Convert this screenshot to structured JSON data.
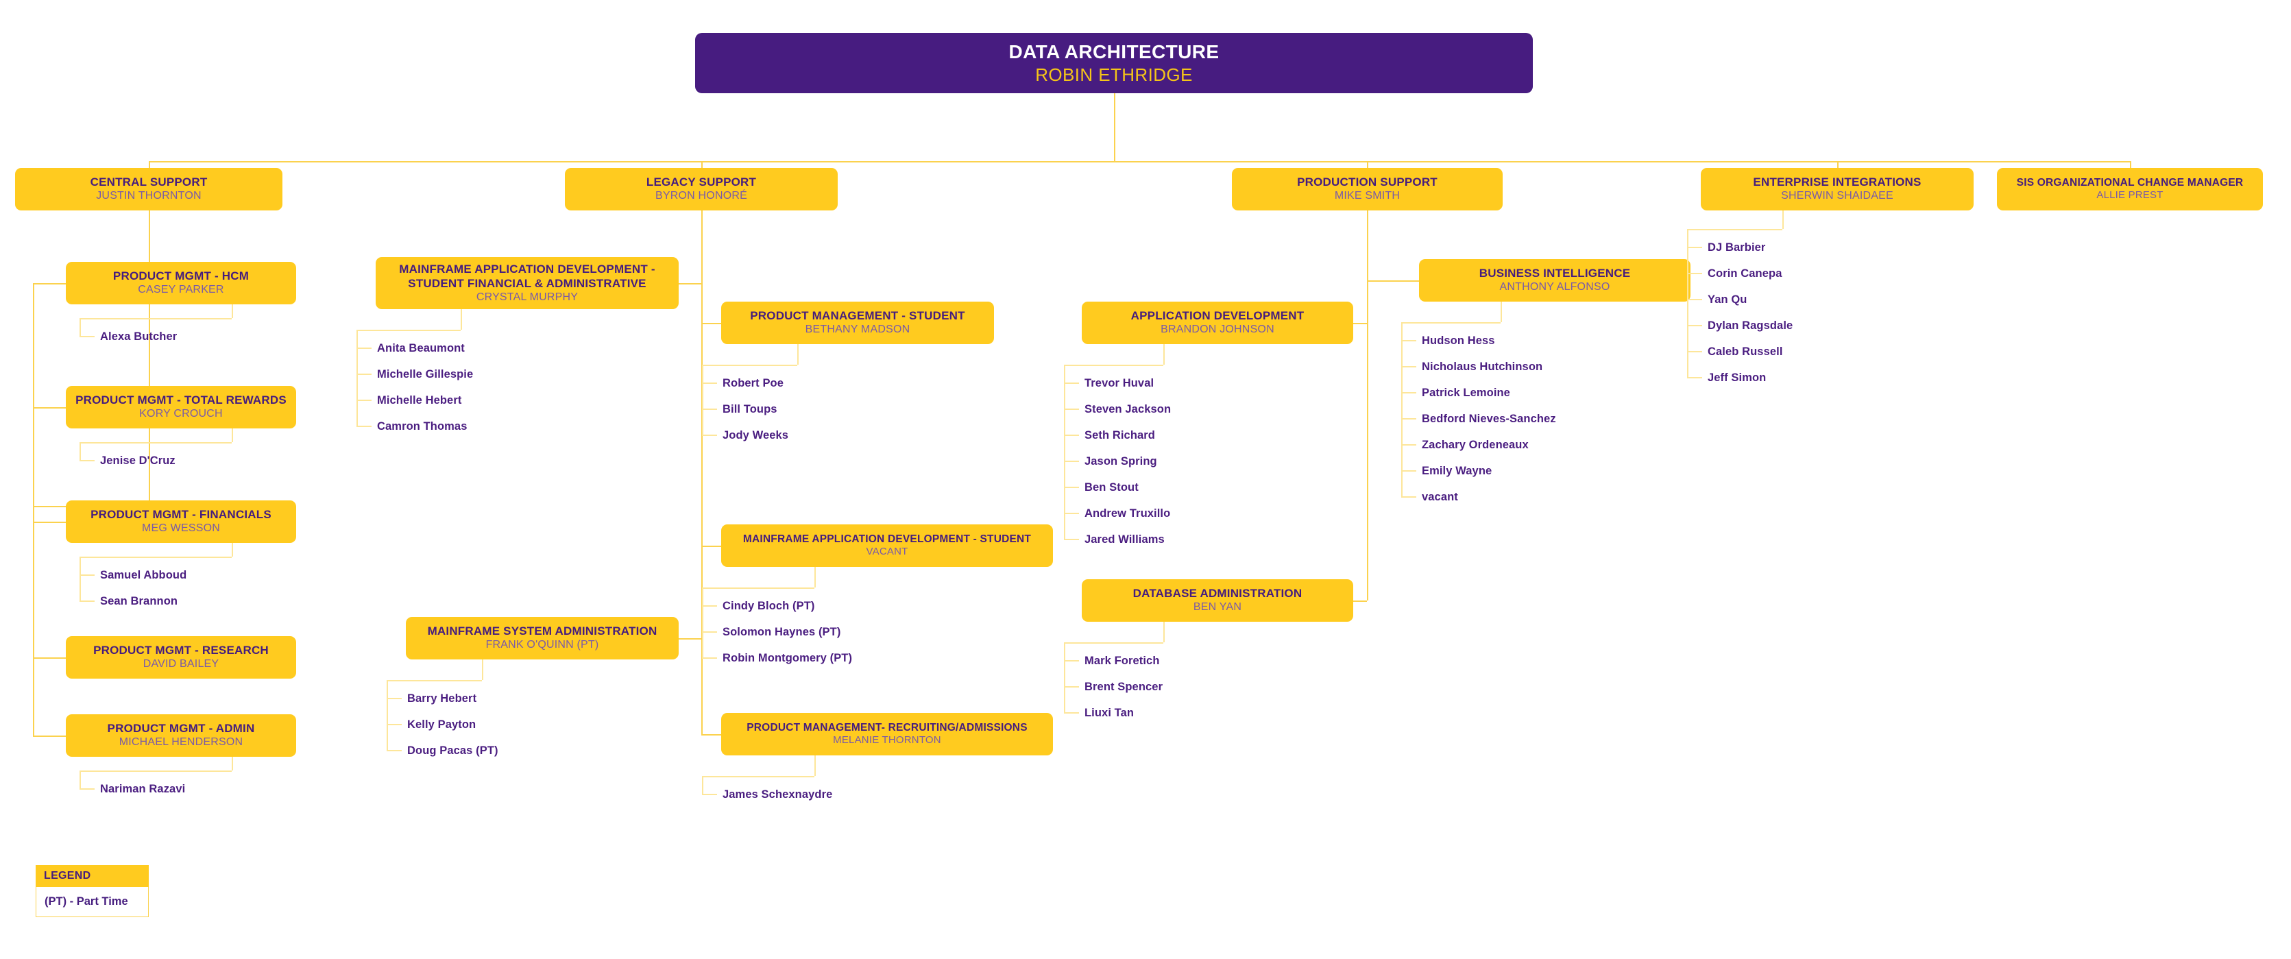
{
  "chart_title": "Data Architecture Organizational Chart",
  "colors": {
    "root_bg": "#471C80",
    "root_title": "#FFFFFF",
    "root_subtitle": "#F5C518",
    "box_bg": "#FFCB1F",
    "box_title": "#451C7E",
    "box_subtitle": "#7A5AA8",
    "leaf_text": "#4A1D80",
    "connector": "#FBD24E",
    "page_bg": "#FFFFFF"
  },
  "root": {
    "title": "DATA ARCHITECTURE",
    "subtitle": "ROBIN ETHRIDGE"
  },
  "divisions": [
    {
      "title": "CENTRAL SUPPORT",
      "subtitle": "JUSTIN THORNTON",
      "teams": [
        {
          "title": "PRODUCT MGMT - HCM",
          "subtitle": "CASEY PARKER",
          "members": [
            "Alexa Butcher"
          ]
        },
        {
          "title": "PRODUCT MGMT - TOTAL REWARDS",
          "subtitle": "KORY CROUCH",
          "members": [
            "Jenise D'Cruz"
          ]
        },
        {
          "title": "PRODUCT MGMT - FINANCIALS",
          "subtitle": "MEG WESSON",
          "members": [
            "Samuel Abboud",
            "Sean Brannon"
          ]
        },
        {
          "title": "PRODUCT MGMT - RESEARCH",
          "subtitle": "DAVID BAILEY",
          "members": []
        },
        {
          "title": "PRODUCT MGMT - ADMIN",
          "subtitle": "MICHAEL HENDERSON",
          "members": [
            "Nariman Razavi"
          ]
        }
      ]
    },
    {
      "title": "LEGACY SUPPORT",
      "subtitle": "BYRON HONORÉ",
      "teams": [
        {
          "title": "MAINFRAME APPLICATION DEVELOPMENT - STUDENT FINANCIAL & ADMINISTRATIVE",
          "subtitle": "CRYSTAL MURPHY",
          "members": [
            "Anita Beaumont",
            "Michelle Gillespie",
            "Michelle Hebert",
            "Camron Thomas"
          ]
        },
        {
          "title": "MAINFRAME SYSTEM ADMINISTRATION",
          "subtitle": "FRANK O'QUINN (PT)",
          "members": [
            "Barry Hebert",
            "Kelly Payton",
            "Doug Pacas (PT)"
          ]
        },
        {
          "title": "PRODUCT MANAGEMENT - STUDENT",
          "subtitle": "BETHANY MADSON",
          "members": [
            "Robert Poe",
            "Bill Toups",
            "Jody Weeks"
          ]
        },
        {
          "title": "MAINFRAME APPLICATION DEVELOPMENT - STUDENT",
          "subtitle": "VACANT",
          "members": [
            "Cindy Bloch (PT)",
            "Solomon Haynes (PT)",
            "Robin Montgomery (PT)"
          ]
        },
        {
          "title": "PRODUCT MANAGEMENT- RECRUITING/ADMISSIONS",
          "subtitle": "MELANIE THORNTON",
          "members": [
            "James Schexnaydre"
          ]
        }
      ]
    },
    {
      "title": "PRODUCTION SUPPORT",
      "subtitle": "MIKE SMITH",
      "teams": [
        {
          "title": "APPLICATION DEVELOPMENT",
          "subtitle": "BRANDON JOHNSON",
          "members": [
            "Trevor Huval",
            "Steven Jackson",
            "Seth Richard",
            "Jason Spring",
            "Ben Stout",
            "Andrew Truxillo",
            "Jared Williams"
          ]
        },
        {
          "title": "DATABASE ADMINISTRATION",
          "subtitle": "BEN YAN",
          "members": [
            "Mark Foretich",
            "Brent Spencer",
            "Liuxi Tan"
          ]
        },
        {
          "title": "BUSINESS INTELLIGENCE",
          "subtitle": "ANTHONY ALFONSO",
          "members": [
            "Hudson Hess",
            "Nicholaus Hutchinson",
            "Patrick Lemoine",
            "Bedford Nieves-Sanchez",
            "Zachary Ordeneaux",
            "Emily Wayne",
            "vacant"
          ]
        }
      ]
    },
    {
      "title": "ENTERPRISE INTEGRATIONS",
      "subtitle": "SHERWIN SHAIDAEE",
      "teams": [],
      "members": [
        "DJ Barbier",
        "Corin Canepa",
        "Yan Qu",
        "Dylan Ragsdale",
        "Caleb Russell",
        "Jeff Simon"
      ]
    },
    {
      "title": "SIS ORGANIZATIONAL CHANGE MANAGER",
      "subtitle": "ALLIE PREST",
      "teams": [],
      "members": []
    }
  ],
  "legend": {
    "header": "LEGEND",
    "entries": [
      "(PT) - Part Time"
    ]
  }
}
